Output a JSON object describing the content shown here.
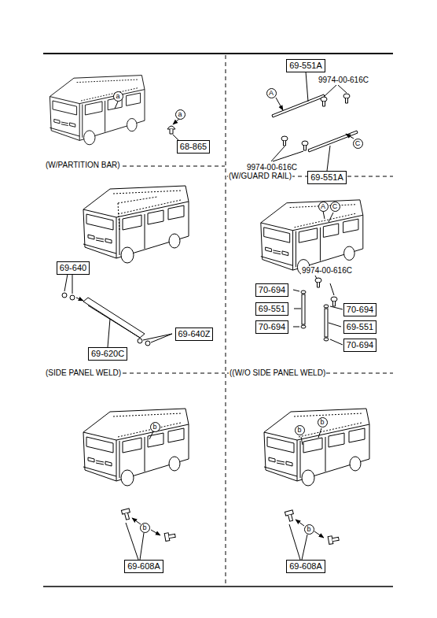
{
  "diagram": {
    "nodes": [
      {
        "text": [
          "a"
        ]
      },
      {
        "text": [
          "a"
        ]
      },
      {
        "text": [
          "68-865"
        ]
      },
      {
        "text": [
          "69-551A"
        ]
      },
      {
        "text": [
          "A"
        ]
      },
      {
        "text": [
          "C"
        ]
      },
      {
        "text": [
          "69-551A"
        ]
      },
      {
        "text": [
          "69-640"
        ]
      },
      {
        "text": [
          "69-640Z"
        ]
      },
      {
        "text": [
          "69-620C"
        ]
      },
      {
        "text": [
          "A"
        ]
      },
      {
        "text": [
          "C"
        ]
      },
      {
        "text": [
          "70-694"
        ]
      },
      {
        "text": [
          "69-551"
        ]
      },
      {
        "text": [
          "70-694"
        ]
      },
      {
        "text": [
          "70-694"
        ]
      },
      {
        "text": [
          "69-551"
        ]
      },
      {
        "text": [
          "70-694"
        ]
      },
      {
        "text": [
          "b"
        ]
      },
      {
        "text": [
          "b"
        ]
      },
      {
        "text": [
          "69-608A"
        ]
      },
      {
        "text": [
          "b"
        ]
      },
      {
        "text": [
          "b"
        ]
      },
      {
        "text": [
          "b"
        ]
      },
      {
        "text": [
          "69-608A"
        ]
      }
    ],
    "labels": [
      "9974-00-616C",
      "9974-00-616C",
      "(W/PARTITION BAR)",
      "(W/GUARD RAIL)",
      "9974-00-616C",
      "(SIDE PANEL WELD)",
      "((W/O SIDE PANEL WELD)"
    ]
  }
}
